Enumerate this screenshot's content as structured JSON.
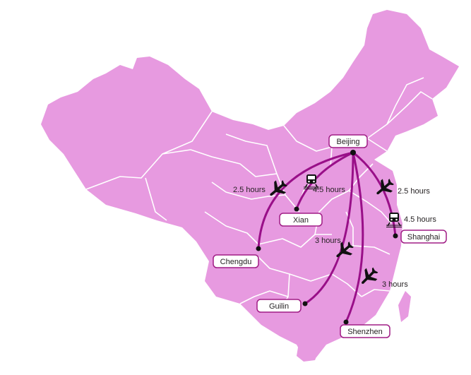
{
  "colors": {
    "land": "#e79ae0",
    "border": "#ffffff",
    "route": "#990f88",
    "label_border": "#a01d85",
    "text": "#231f20"
  },
  "cities": {
    "beijing": "Beijing",
    "xian": "Xian",
    "chengdu": "Chengdu",
    "shanghai": "Shanghai",
    "guilin": "Guilin",
    "shenzhen": "Shenzhen"
  },
  "routes": [
    {
      "to": "Chengdu",
      "mode": "plane-icon",
      "time": "2.5 hours"
    },
    {
      "to": "Xian",
      "mode": "train-icon",
      "time": "4.5 hours"
    },
    {
      "to": "Shanghai",
      "mode": "plane-icon",
      "time": "2.5 hours"
    },
    {
      "to": "Shanghai",
      "mode": "train-icon",
      "time": "4.5 hours"
    },
    {
      "to": "Guilin",
      "mode": "plane-icon",
      "time": "3 hours"
    },
    {
      "to": "Shenzhen",
      "mode": "plane-icon",
      "time": "3 hours"
    }
  ]
}
